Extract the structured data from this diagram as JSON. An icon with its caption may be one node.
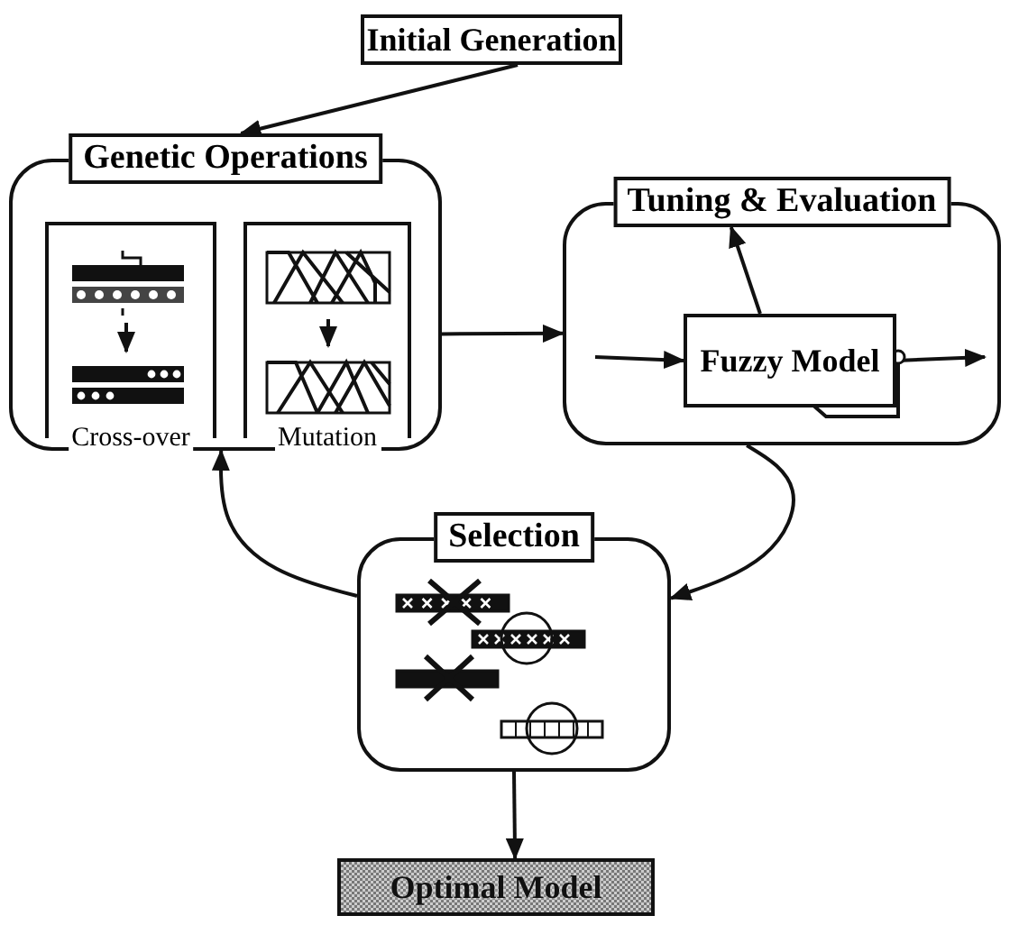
{
  "diagram": {
    "nodes": [
      {
        "text": [
          "Initial Generation"
        ]
      },
      {
        "text": [
          "Genetic Operations"
        ]
      },
      {
        "text": [
          "Cross-over"
        ],
        "in": 1
      },
      {
        "text": [
          "Mutation"
        ],
        "in": 1
      },
      {
        "text": [
          "Tuning & Evaluation"
        ]
      },
      {
        "text": [
          "Fuzzy Model"
        ],
        "in": 4
      },
      {
        "text": [
          "Selection"
        ]
      },
      {
        "text": [
          "Optimal Model"
        ]
      }
    ],
    "edges": [
      {
        "from": 0,
        "to": 1,
        "arrow": "to"
      },
      {
        "from": 1,
        "to": 4,
        "arrow": "to"
      },
      {
        "from": 4,
        "to": 6,
        "arrow": "to"
      },
      {
        "from": 6,
        "to": 1,
        "arrow": "to"
      },
      {
        "from": 6,
        "to": 7,
        "arrow": "to"
      },
      {
        "from": null,
        "to": 5,
        "arrow": "to"
      },
      {
        "from": 5,
        "to": null,
        "arrow": "to"
      },
      {
        "from": 5,
        "to": 4,
        "arrow": "to"
      }
    ]
  }
}
